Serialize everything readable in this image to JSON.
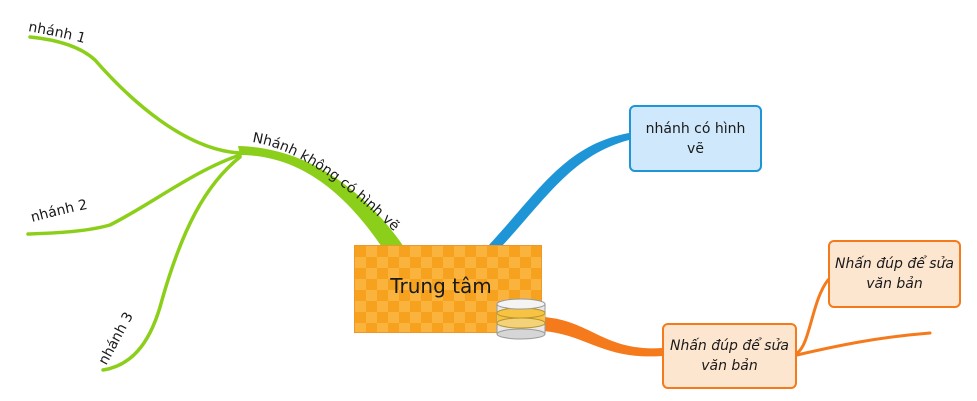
{
  "central": {
    "label": "Trung tâm",
    "icon": "database-icon"
  },
  "branch_main_label": "Nhánh không có hình vẽ",
  "sub_branches": [
    {
      "label": "nhánh 1"
    },
    {
      "label": "nhánh 2"
    },
    {
      "label": "nhánh 3"
    }
  ],
  "blue_node": {
    "label": "nhánh có hình vẽ"
  },
  "orange_node_1": {
    "label": "Nhấn đúp để sửa văn bản"
  },
  "orange_node_2": {
    "label": "Nhấn đúp để sửa văn bản"
  },
  "colors": {
    "green": "#8ccf1b",
    "blue": "#1d95d6",
    "orange": "#f57a1c",
    "central_fill": "#f7a21e"
  }
}
